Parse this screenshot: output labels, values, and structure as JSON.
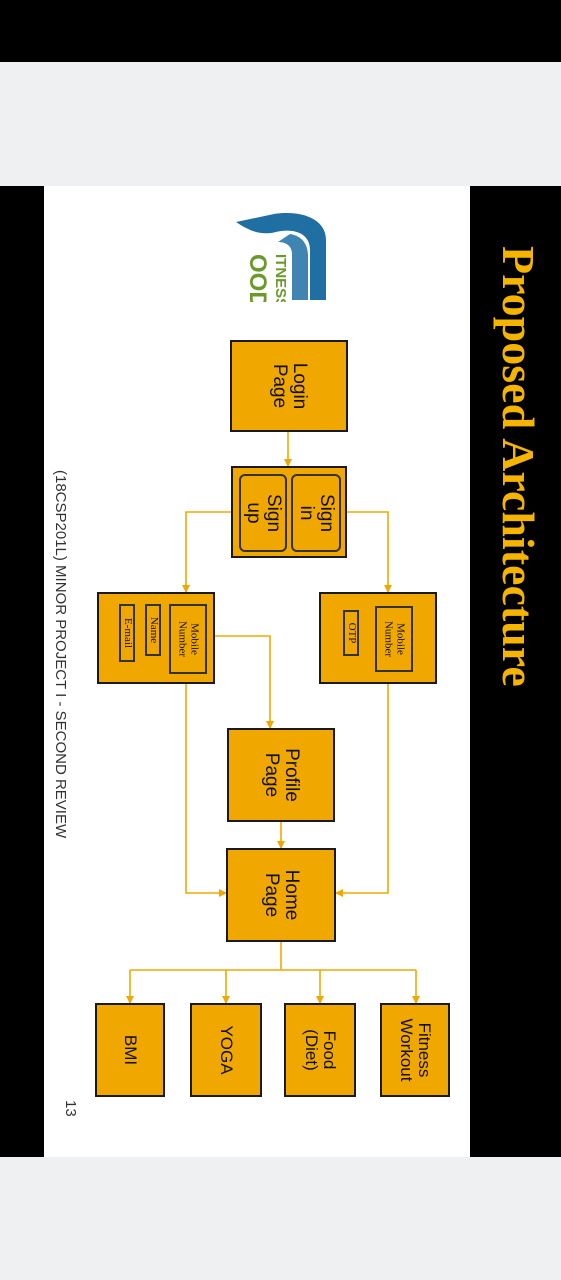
{
  "title": "Proposed Architecture",
  "footer": "(18CSP201L) MINOR  PROJECT I - SECOND REVIEW",
  "page_number": "13",
  "logo": {
    "text_top": "ITNESS",
    "text_bottom": "OOD"
  },
  "colors": {
    "box": "#f0a800",
    "title": "#f5b400",
    "line": "#f0a800"
  },
  "nodes": {
    "login": "Login\nPage",
    "signin": "Sign\nin",
    "signup": "Sign\nup",
    "mobile_right": "Mobile\nNumber",
    "otp": "OTP",
    "mobile_left": "Mobile\nNumber",
    "name": "Name",
    "email": "E-mail",
    "profile": "Profile\nPage",
    "home": "Home\nPage",
    "fitness": "Fitness\nWorkout",
    "food": "Food\n(Diet)",
    "yoga": "YOGA",
    "bmi": "BMI"
  }
}
